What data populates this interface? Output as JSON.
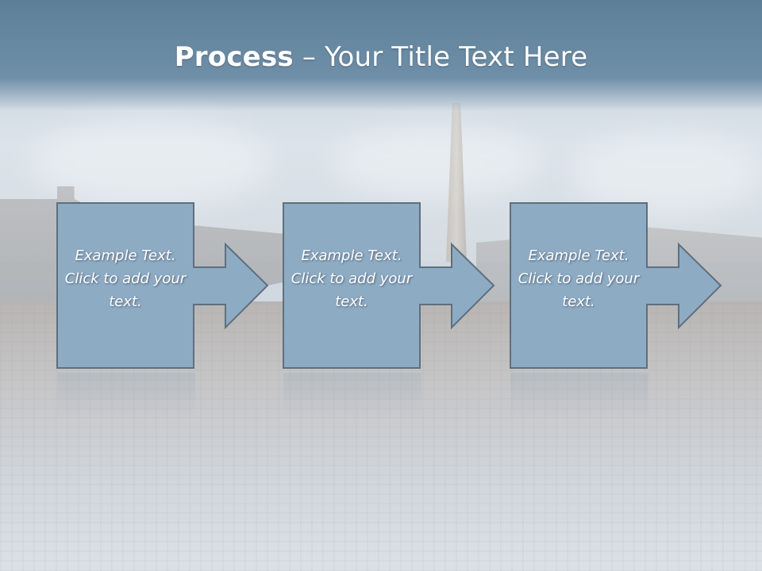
{
  "title": {
    "bold": "Process",
    "rest": " – Your Title Text Here"
  },
  "steps": [
    {
      "text": "Example Text. Click  to add your text."
    },
    {
      "text": "Example Text. Click  to add your text."
    },
    {
      "text": "Example Text. Click  to add your text."
    }
  ],
  "colors": {
    "title_bar": "#6a8aa3",
    "box_fill": "#8eabc4",
    "box_stroke": "#5f6f7d",
    "text": "#ffffff"
  },
  "icons": {
    "connector": "right-arrow-icon"
  }
}
